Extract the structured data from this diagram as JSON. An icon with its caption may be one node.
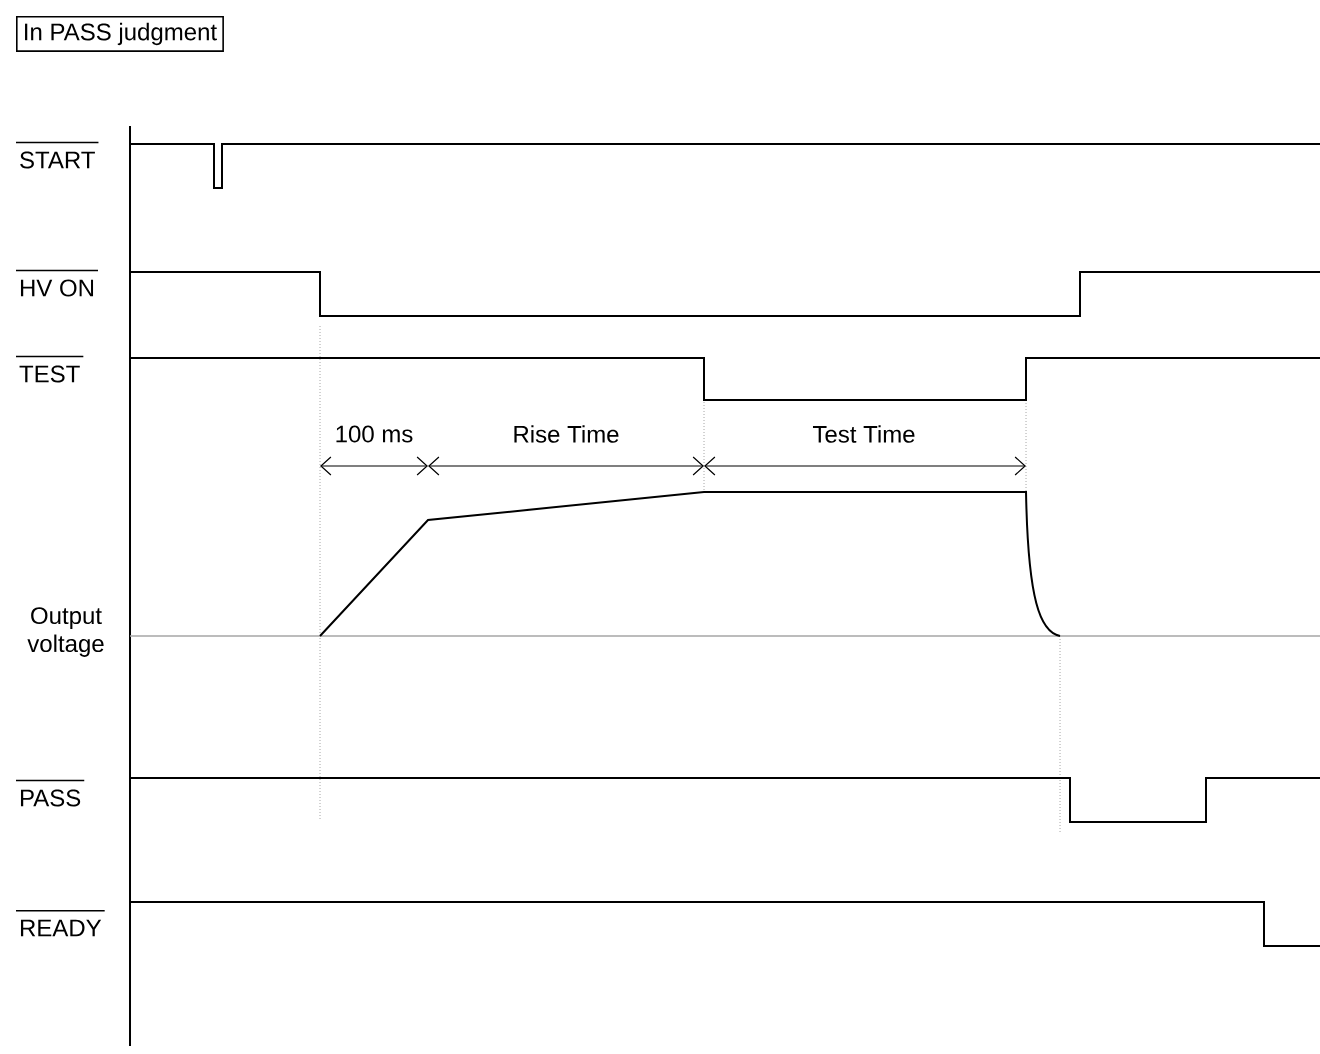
{
  "diagram": {
    "title": "In PASS judgment",
    "labels": [
      "START",
      "HV ON",
      "TEST",
      "100 ms",
      "Rise Time",
      "Test Time",
      "Output voltage",
      "PASS",
      "READY"
    ]
  }
}
